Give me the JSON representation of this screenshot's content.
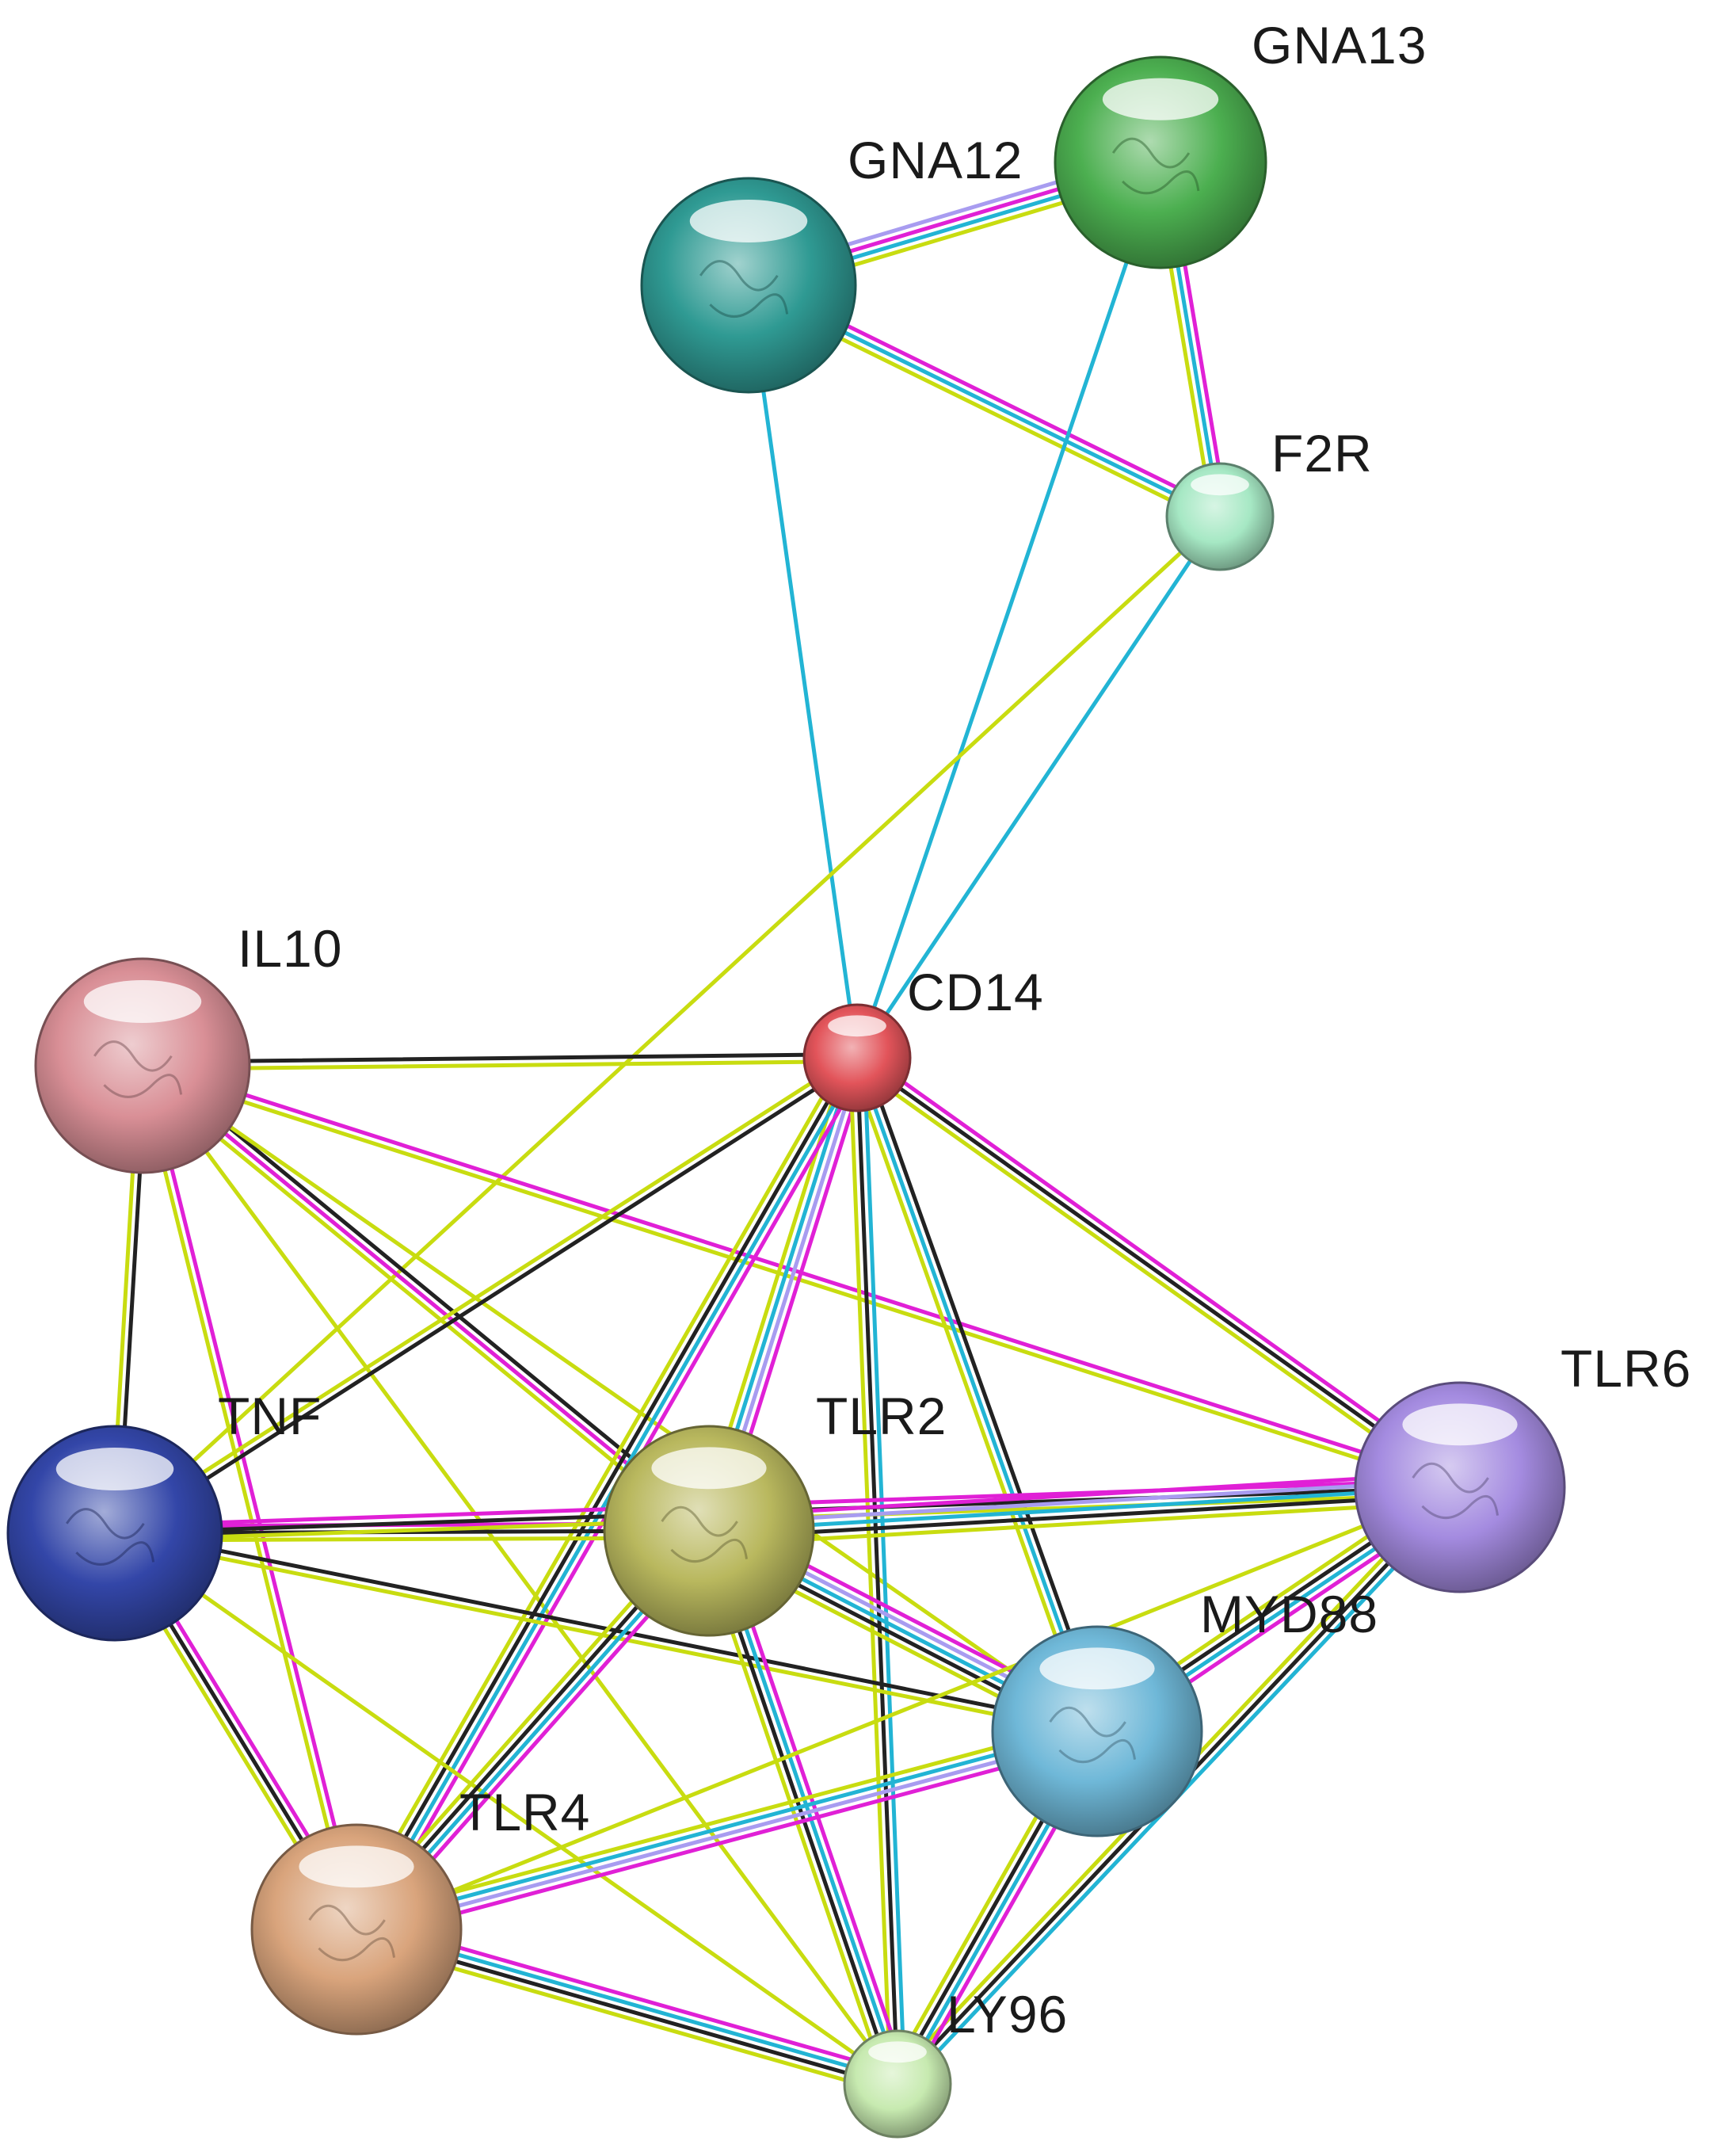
{
  "nodes": [
    {
      "id": "GNA13",
      "label": "GNA13",
      "color": "#4caf50"
    },
    {
      "id": "GNA12",
      "label": "GNA12",
      "color": "#2f9a93"
    },
    {
      "id": "F2R",
      "label": "F2R",
      "color": "#a6e8c4"
    },
    {
      "id": "IL10",
      "label": "IL10",
      "color": "#d98f96"
    },
    {
      "id": "CD14",
      "label": "CD14",
      "color": "#e2545a"
    },
    {
      "id": "TNF",
      "label": "TNF",
      "color": "#3346a8"
    },
    {
      "id": "TLR2",
      "label": "TLR2",
      "color": "#b9b85e"
    },
    {
      "id": "TLR6",
      "label": "TLR6",
      "color": "#a48be0"
    },
    {
      "id": "MYD88",
      "label": "MYD88",
      "color": "#6fb8d8"
    },
    {
      "id": "TLR4",
      "label": "TLR4",
      "color": "#d9a47c"
    },
    {
      "id": "LY96",
      "label": "LY96",
      "color": "#c7eab0"
    }
  ],
  "edge_colors": {
    "cyan": "#22b4d4",
    "magenta": "#e020d6",
    "yellow": "#c8dc10",
    "black": "#222222",
    "lavender": "#a89cf0"
  },
  "edges": [
    {
      "a": "GNA12",
      "b": "GNA13",
      "types": [
        "lavender",
        "magenta",
        "cyan",
        "yellow"
      ]
    },
    {
      "a": "GNA12",
      "b": "F2R",
      "types": [
        "magenta",
        "cyan",
        "yellow"
      ]
    },
    {
      "a": "GNA13",
      "b": "F2R",
      "types": [
        "magenta",
        "cyan",
        "yellow"
      ]
    },
    {
      "a": "GNA12",
      "b": "CD14",
      "types": [
        "cyan"
      ]
    },
    {
      "a": "GNA13",
      "b": "CD14",
      "types": [
        "cyan"
      ]
    },
    {
      "a": "F2R",
      "b": "CD14",
      "types": [
        "cyan"
      ]
    },
    {
      "a": "F2R",
      "b": "TNF",
      "types": [
        "yellow"
      ]
    },
    {
      "a": "IL10",
      "b": "CD14",
      "types": [
        "black",
        "yellow"
      ]
    },
    {
      "a": "IL10",
      "b": "TNF",
      "types": [
        "black",
        "yellow"
      ]
    },
    {
      "a": "IL10",
      "b": "TLR2",
      "types": [
        "black",
        "magenta",
        "yellow"
      ]
    },
    {
      "a": "IL10",
      "b": "TLR6",
      "types": [
        "magenta",
        "yellow"
      ]
    },
    {
      "a": "IL10",
      "b": "MYD88",
      "types": [
        "yellow"
      ]
    },
    {
      "a": "IL10",
      "b": "TLR4",
      "types": [
        "magenta",
        "yellow"
      ]
    },
    {
      "a": "IL10",
      "b": "LY96",
      "types": [
        "yellow"
      ]
    },
    {
      "a": "CD14",
      "b": "TNF",
      "types": [
        "black",
        "yellow"
      ]
    },
    {
      "a": "CD14",
      "b": "TLR2",
      "types": [
        "magenta",
        "lavender",
        "cyan",
        "yellow"
      ]
    },
    {
      "a": "CD14",
      "b": "TLR6",
      "types": [
        "magenta",
        "black",
        "yellow"
      ]
    },
    {
      "a": "CD14",
      "b": "MYD88",
      "types": [
        "black",
        "cyan",
        "yellow"
      ]
    },
    {
      "a": "CD14",
      "b": "TLR4",
      "types": [
        "magenta",
        "cyan",
        "black",
        "yellow"
      ]
    },
    {
      "a": "CD14",
      "b": "LY96",
      "types": [
        "cyan",
        "black",
        "yellow"
      ]
    },
    {
      "a": "TNF",
      "b": "TLR2",
      "types": [
        "magenta",
        "black",
        "yellow"
      ]
    },
    {
      "a": "TNF",
      "b": "TLR6",
      "types": [
        "magenta",
        "black",
        "yellow"
      ]
    },
    {
      "a": "TNF",
      "b": "MYD88",
      "types": [
        "black",
        "yellow"
      ]
    },
    {
      "a": "TNF",
      "b": "TLR4",
      "types": [
        "magenta",
        "black",
        "yellow"
      ]
    },
    {
      "a": "TNF",
      "b": "LY96",
      "types": [
        "yellow"
      ]
    },
    {
      "a": "TLR2",
      "b": "TLR6",
      "types": [
        "magenta",
        "lavender",
        "cyan",
        "black",
        "yellow"
      ]
    },
    {
      "a": "TLR2",
      "b": "MYD88",
      "types": [
        "magenta",
        "lavender",
        "cyan",
        "black",
        "yellow"
      ]
    },
    {
      "a": "TLR2",
      "b": "TLR4",
      "types": [
        "magenta",
        "cyan",
        "black",
        "yellow"
      ]
    },
    {
      "a": "TLR2",
      "b": "LY96",
      "types": [
        "magenta",
        "cyan",
        "black",
        "yellow"
      ]
    },
    {
      "a": "TLR6",
      "b": "MYD88",
      "types": [
        "magenta",
        "cyan",
        "black",
        "yellow"
      ]
    },
    {
      "a": "TLR6",
      "b": "TLR4",
      "types": [
        "yellow"
      ]
    },
    {
      "a": "TLR6",
      "b": "LY96",
      "types": [
        "cyan",
        "black",
        "yellow"
      ]
    },
    {
      "a": "MYD88",
      "b": "TLR4",
      "types": [
        "magenta",
        "lavender",
        "cyan",
        "yellow"
      ]
    },
    {
      "a": "MYD88",
      "b": "LY96",
      "types": [
        "magenta",
        "cyan",
        "black",
        "yellow"
      ]
    },
    {
      "a": "TLR4",
      "b": "LY96",
      "types": [
        "magenta",
        "cyan",
        "black",
        "yellow"
      ]
    }
  ]
}
